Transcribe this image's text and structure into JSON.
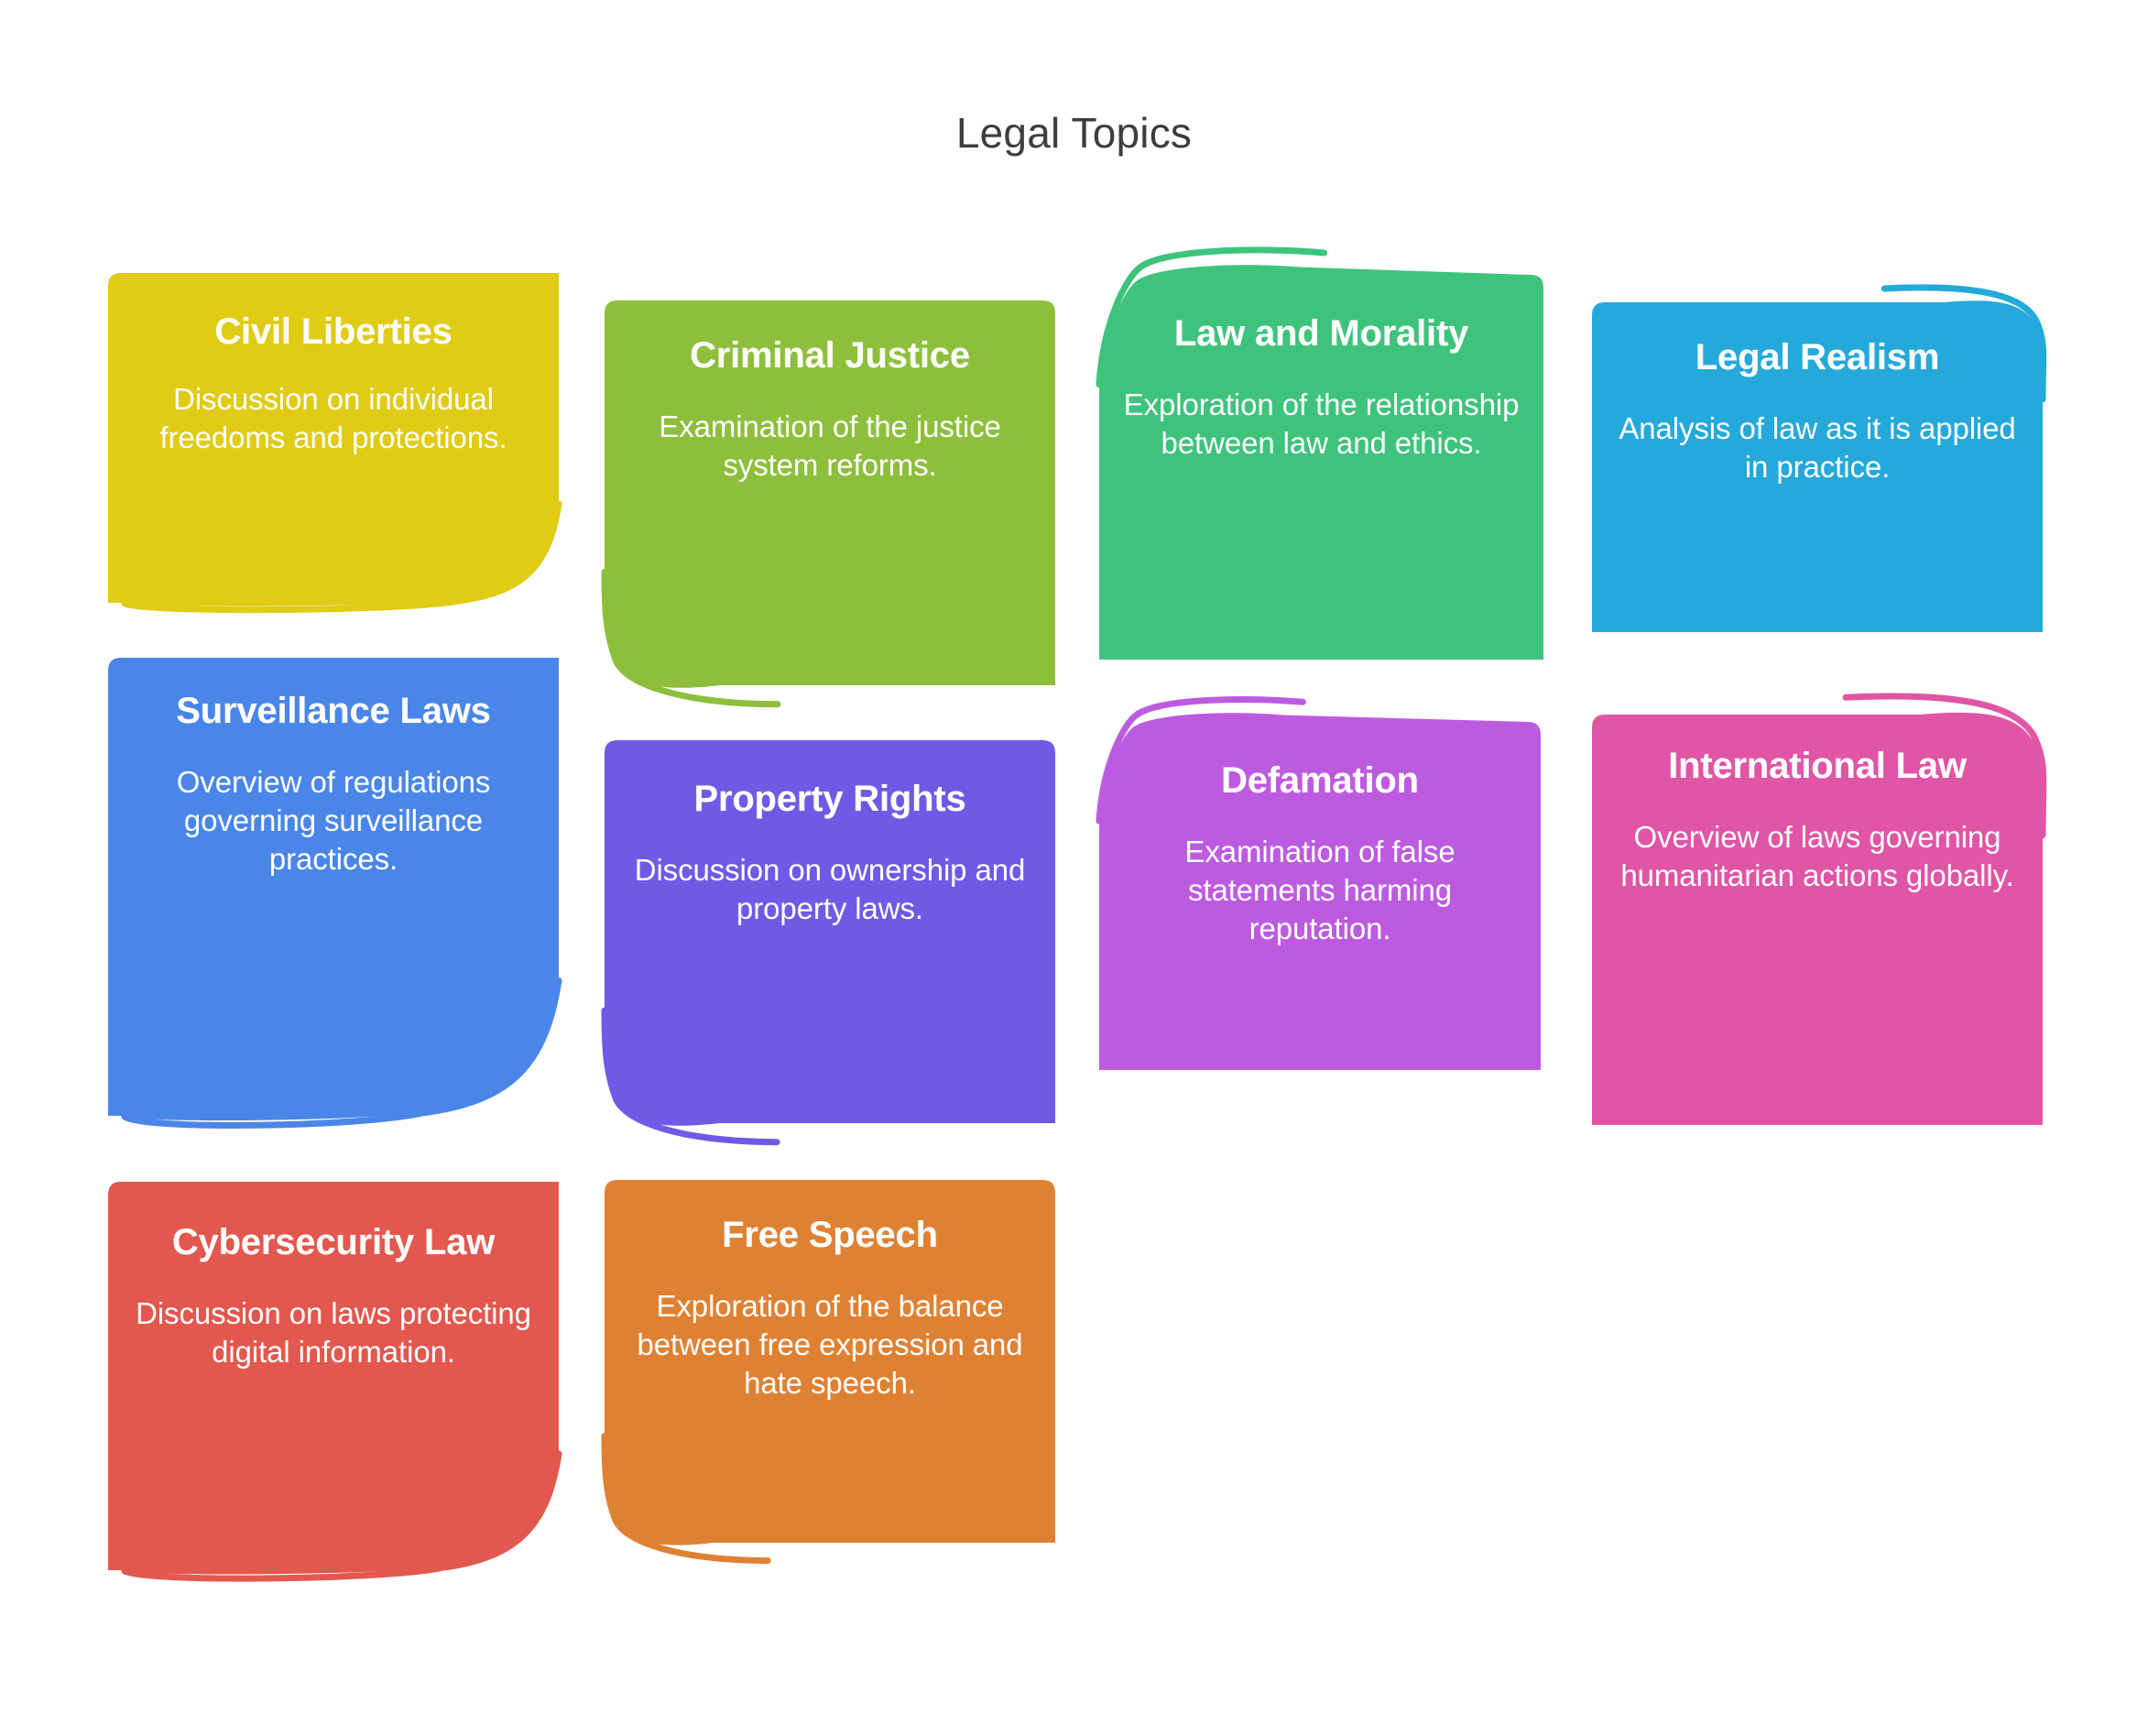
{
  "page": {
    "title": "Legal Topics",
    "title_color": "#3d3d3d",
    "background": "#ffffff"
  },
  "cards": [
    {
      "title": "Civil Liberties",
      "description": "Discussion on individual freedoms and protections.",
      "color": "#E0CB15",
      "peel": "bottom-right"
    },
    {
      "title": "Criminal Justice",
      "description": "Examination of the justice system reforms.",
      "color": "#8DBF3C",
      "peel": "bottom-left"
    },
    {
      "title": "Law and Morality",
      "description": "Exploration of the relationship between law and ethics.",
      "color": "#3EC37C",
      "peel": "top-left"
    },
    {
      "title": "Legal Realism",
      "description": "Analysis of law as it is applied in practice.",
      "color": "#24A9DA",
      "peel": "top-right"
    },
    {
      "title": "Surveillance Laws",
      "description": "Overview of regulations governing surveillance practices.",
      "color": "#4A86E8",
      "peel": "bottom-right"
    },
    {
      "title": "Property Rights",
      "description": "Discussion on ownership and property laws.",
      "color": "#7159E6",
      "peel": "bottom-left"
    },
    {
      "title": "Defamation",
      "description": "Examination of false statements harming reputation.",
      "color": "#BD5BE0",
      "peel": "top-left"
    },
    {
      "title": "International Law",
      "description": "Overview of laws governing humanitarian actions globally.",
      "color": "#E055A5",
      "peel": "top-right"
    },
    {
      "title": "Cybersecurity Law",
      "description": "Discussion on laws protecting digital information.",
      "color": "#E2574E",
      "peel": "bottom-right"
    },
    {
      "title": "Free Speech",
      "description": "Exploration of the balance between free expression and hate speech.",
      "color": "#DF8133",
      "peel": "bottom-left"
    }
  ]
}
